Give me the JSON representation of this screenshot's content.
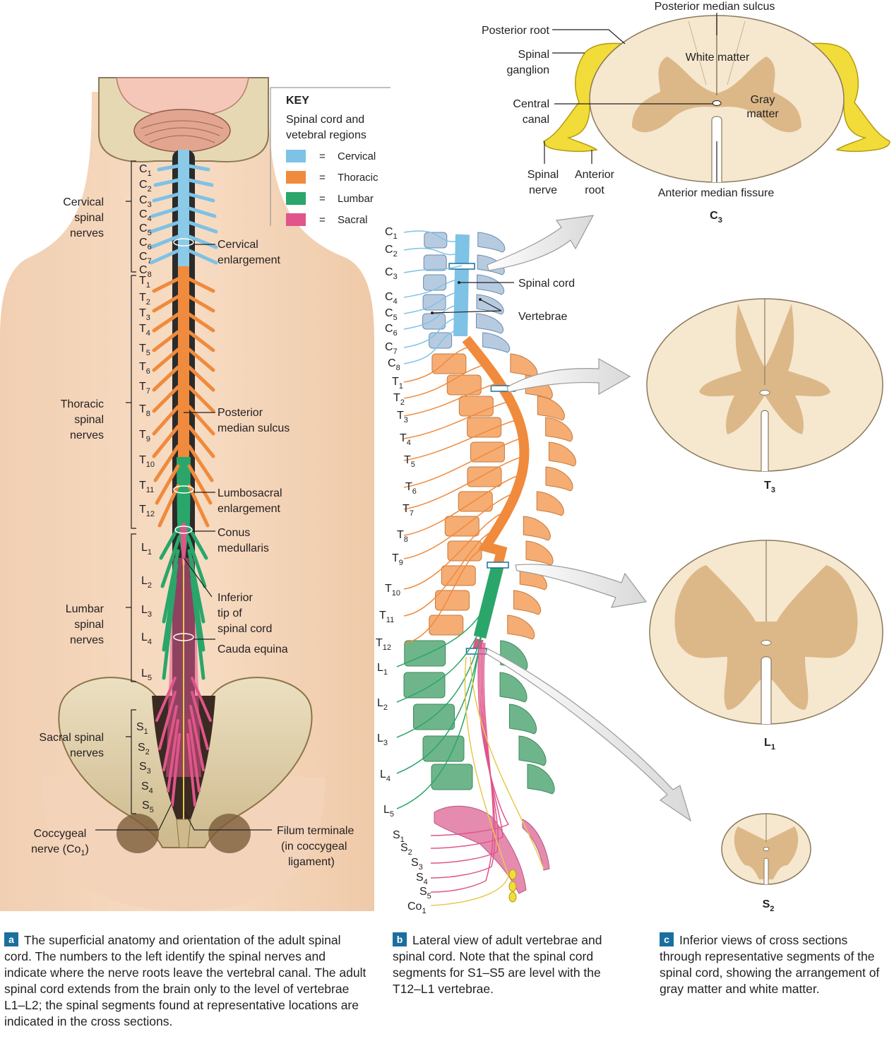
{
  "key": {
    "title": "KEY",
    "subtitle_1": "Spinal cord and",
    "subtitle_2": "vetebral regions",
    "eq": "=",
    "items": [
      {
        "label": "Cervical",
        "color": "#7ec2e6"
      },
      {
        "label": "Thoracic",
        "color": "#f08a3c"
      },
      {
        "label": "Lumbar",
        "color": "#2aa66a"
      },
      {
        "label": "Sacral",
        "color": "#e0558c"
      }
    ]
  },
  "panel_a": {
    "cervical_nerves": [
      "Cervical",
      "spinal",
      "nerves"
    ],
    "thoracic_nerves": [
      "Thoracic",
      "spinal",
      "nerves"
    ],
    "lumbar_nerves": [
      "Lumbar",
      "spinal",
      "nerves"
    ],
    "sacral_nerves": [
      "Sacral spinal",
      "nerves"
    ],
    "coccygeal": [
      "Coccygeal",
      "nerve (Co",
      "1",
      ")"
    ],
    "cervical_enlargement": [
      "Cervical",
      "enlargement"
    ],
    "posterior_median_sulcus": [
      "Posterior",
      "median sulcus"
    ],
    "lumbosacral_enlargement": [
      "Lumbosacral",
      "enlargement"
    ],
    "conus_medullaris": [
      "Conus",
      "medullaris"
    ],
    "inferior_tip": [
      "Inferior",
      "tip of",
      "spinal cord"
    ],
    "cauda_equina": "Cauda equina",
    "filum_terminale": [
      "Filum terminale",
      "(in coccygeal",
      "ligament)"
    ],
    "c_labels": [
      "1",
      "2",
      "3",
      "4",
      "5",
      "6",
      "7",
      "8"
    ],
    "t_labels": [
      "1",
      "2",
      "3",
      "4",
      "5",
      "6",
      "7",
      "8",
      "9",
      "10",
      "11",
      "12"
    ],
    "l_labels": [
      "1",
      "2",
      "3",
      "4",
      "5"
    ],
    "s_labels": [
      "1",
      "2",
      "3",
      "4",
      "5"
    ],
    "letter_c": "C",
    "letter_t": "T",
    "letter_l": "L",
    "letter_s": "S"
  },
  "panel_b": {
    "spinal_cord": "Spinal cord",
    "vertebrae": "Vertebrae",
    "co_label": "Co",
    "co_sub": "1"
  },
  "panel_c": {
    "posterior_median_sulcus": "Posterior median sulcus",
    "posterior_root": "Posterior root",
    "spinal_ganglion": [
      "Spinal",
      "ganglion"
    ],
    "white_matter": "White matter",
    "gray_matter": [
      "Gray",
      "matter"
    ],
    "central_canal": [
      "Central",
      "canal"
    ],
    "spinal_nerve": [
      "Spinal",
      "nerve"
    ],
    "anterior_root": [
      "Anterior",
      "root"
    ],
    "anterior_median_fissure": "Anterior median fissure",
    "sections": [
      {
        "letter": "C",
        "sub": "3"
      },
      {
        "letter": "T",
        "sub": "3"
      },
      {
        "letter": "L",
        "sub": "1"
      },
      {
        "letter": "S",
        "sub": "2"
      }
    ]
  },
  "captions": {
    "a": {
      "badge": "a",
      "text": "The superficial anatomy and orientation of the adult spinal cord. The numbers to the left identify the spinal nerves and indicate where the nerve roots leave the vertebral canal. The adult spinal cord extends from the brain only to the level of vertebrae L1–L2; the spinal segments found at representative locations are indicated in the cross sections."
    },
    "b": {
      "badge": "b",
      "text": "Lateral view of adult vertebrae and spinal cord. Note that the spinal cord segments for S1–S5 are level with the T12–L1 vertebrae."
    },
    "c": {
      "badge": "c",
      "text": "Inferior views of cross sections through representative segments of the spinal cord, showing the arrangement of gray matter and white matter."
    }
  }
}
